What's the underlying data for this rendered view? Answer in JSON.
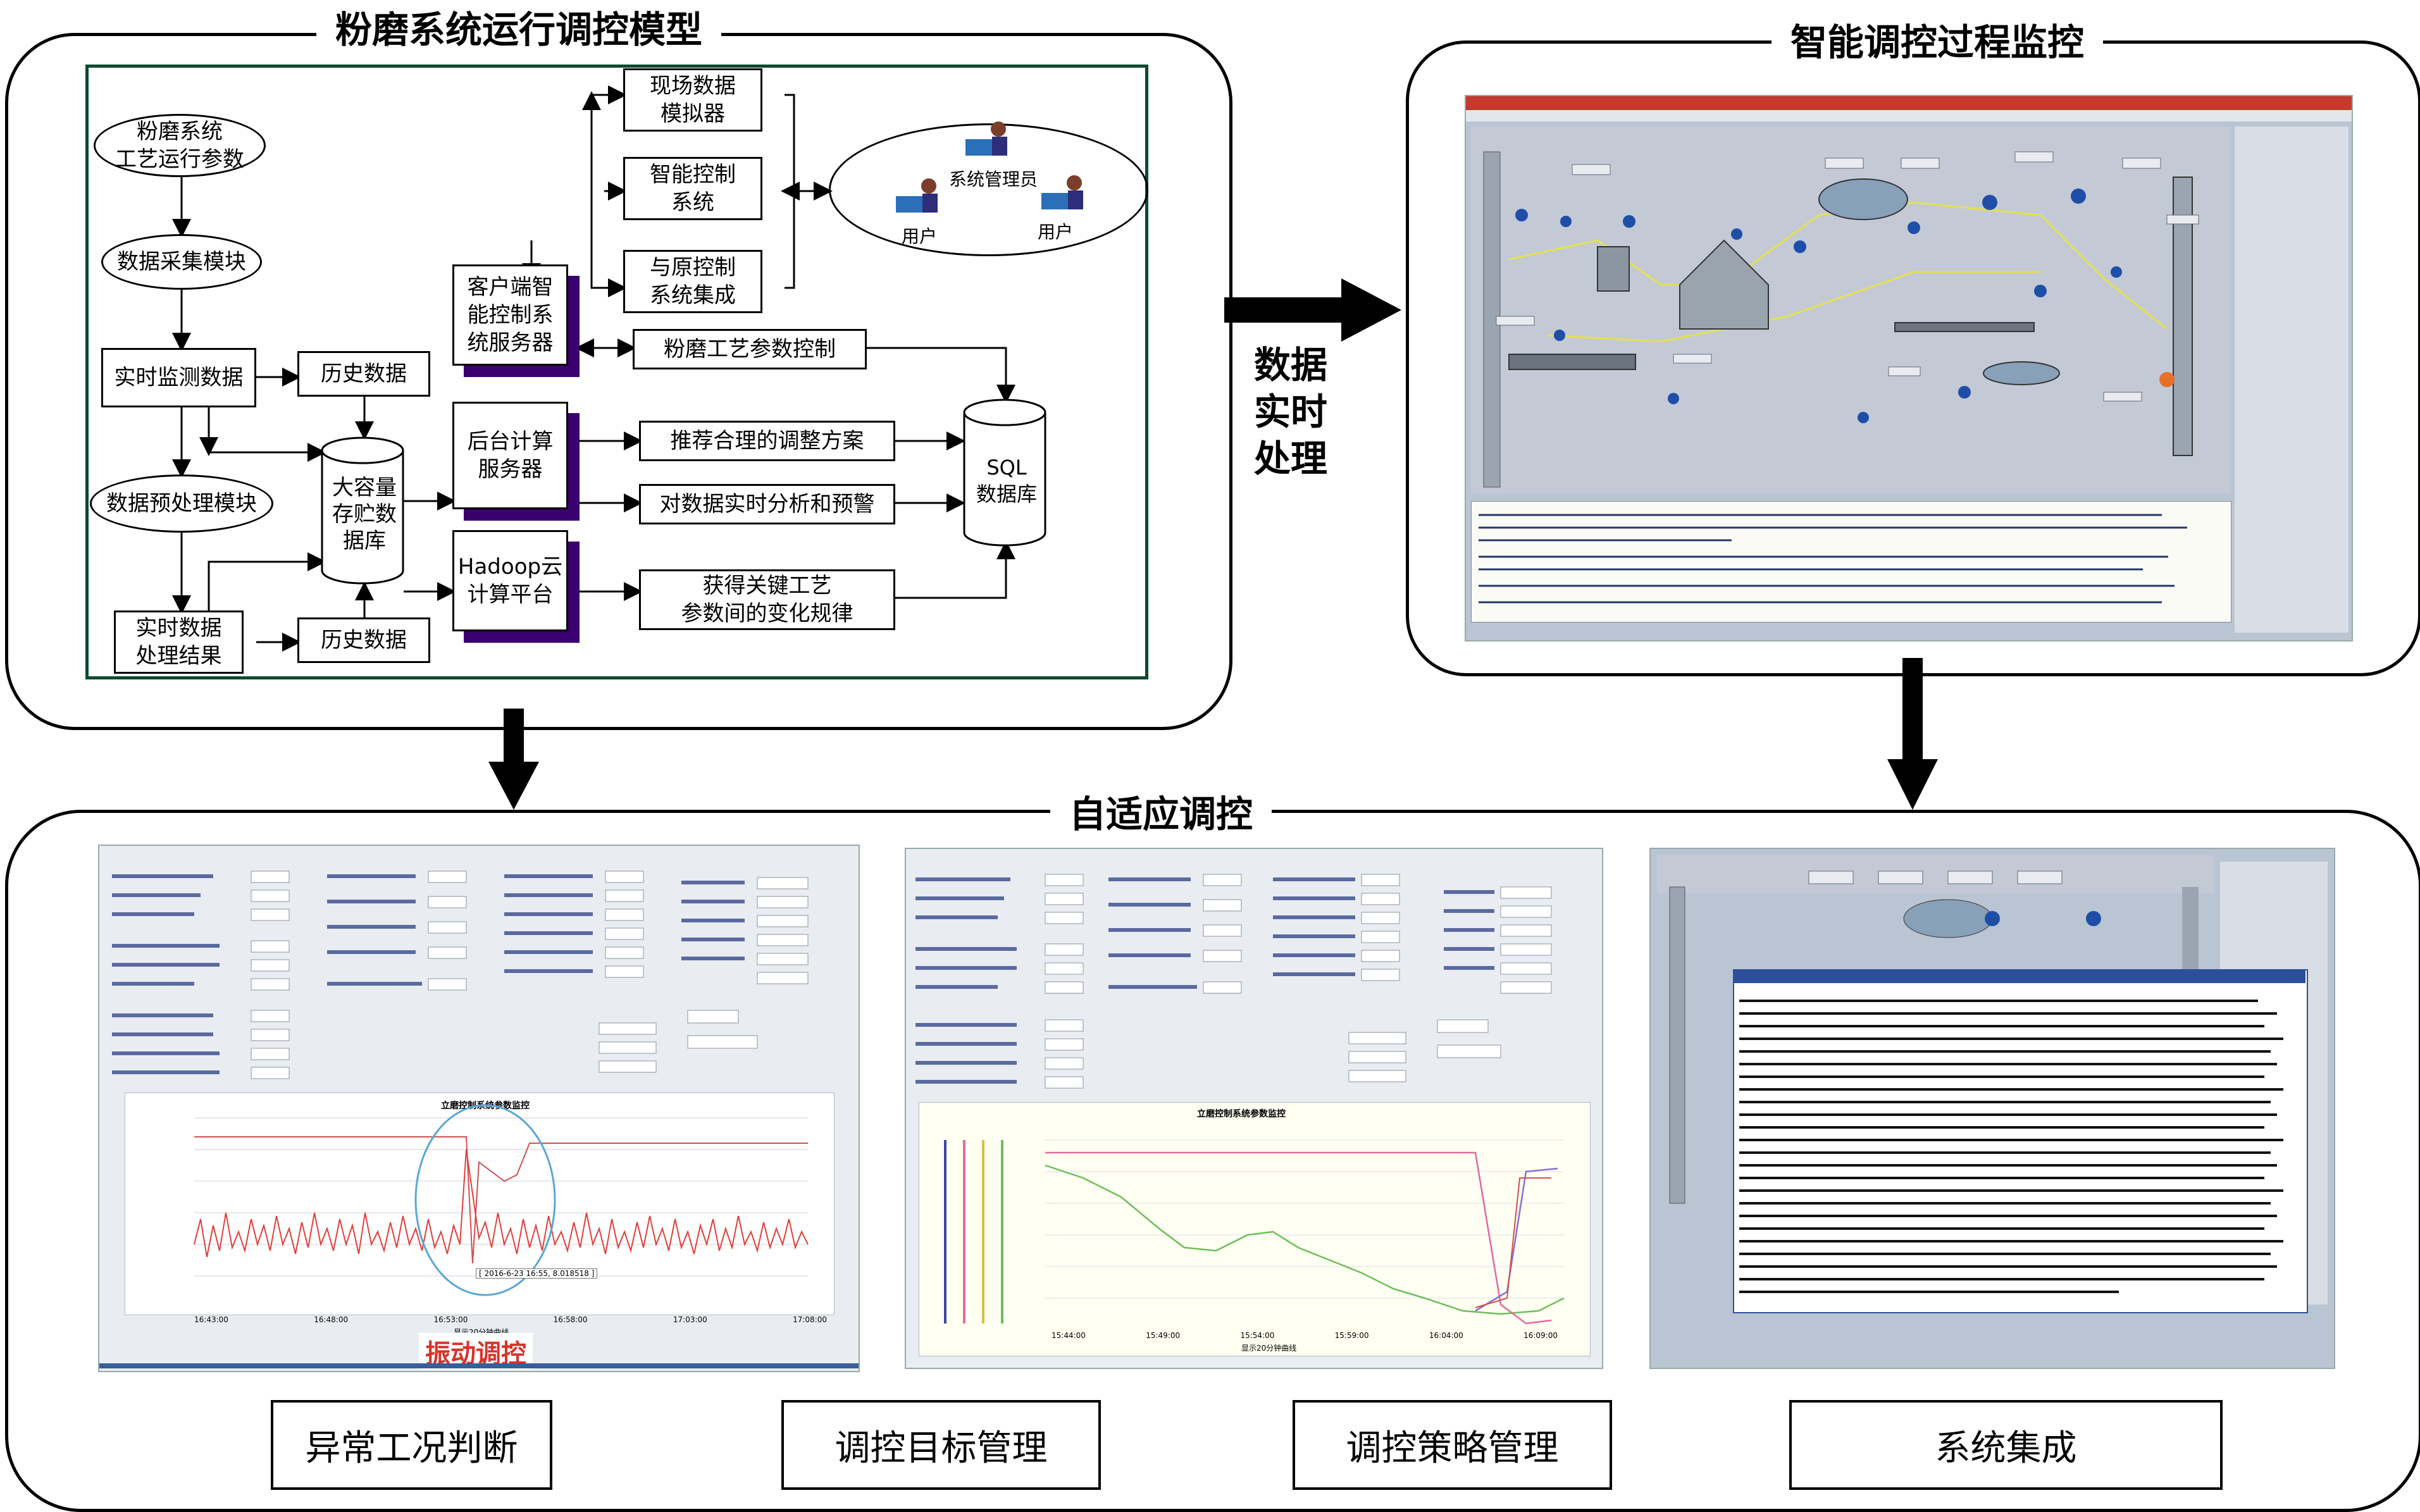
{
  "panels": {
    "top_left_title": "粉磨系统运行调控模型",
    "top_right_title": "智能调控过程监控",
    "bottom_title": "自适应调控",
    "middle_label_lines": [
      "数据",
      "实时",
      "处理"
    ]
  },
  "flowchart": {
    "process_params": "粉磨系统\n工艺运行参数",
    "data_collection": "数据采集模块",
    "realtime_monitor": "实时监测数据",
    "history_1": "历史数据",
    "preprocess": "数据预处理模块",
    "mass_storage": "大容量\n存贮数\n据库",
    "realtime_results": "实时数据\n处理结果",
    "history_2": "历史数据",
    "field_simulator": "现场数据\n模拟器",
    "smart_control": "智能控制\n系统",
    "legacy_integration": "与原控制\n系统集成",
    "client_server": "客户端智\n能控制系\n统服务器",
    "admin": "系统管理员",
    "user_1": "用户",
    "user_2": "用户",
    "grinding_param_control": "粉磨工艺参数控制",
    "backend_server": "后台计算\n服务器",
    "recommend": "推荐合理的调整方案",
    "analyze_alarm": "对数据实时分析和预警",
    "hadoop": "Hadoop云\n计算平台",
    "key_params": "获得关键工艺\n参数间的变化规律",
    "sql_db": "SQL\n数据库"
  },
  "screens": {
    "vibration_caption": "振动调控",
    "chart_title_1": "立磨控制系统参数监控",
    "chart_title_2": "立磨控制系统参数监控",
    "x_label": "显示20分钟曲线",
    "x_ticks_1": [
      "16:43:00",
      "16:48:00",
      "16:53:00",
      "16:58:00",
      "17:03:00",
      "17:08:00"
    ],
    "x_ticks_2": [
      "15:44:00",
      "15:49:00",
      "15:54:00",
      "15:59:00",
      "16:04:00",
      "16:09:00"
    ],
    "tooltip_1": "[ 2016-6-23 16:55, 8.018518 ]"
  },
  "bottom_buttons": {
    "abnormal": "异常工况判断",
    "target": "调控目标管理",
    "strategy": "调控策略管理",
    "integration": "系统集成"
  },
  "colors": {
    "border": "#000000",
    "box_shadow": "#3a006e",
    "flow_frame": "#0b4b2e",
    "series_red": "#e0403a",
    "series_green": "#6cbf5a",
    "series_purple": "#8a6fcf",
    "series_pink": "#e06aa0",
    "highlight_ellipse": "#5aa7d6"
  }
}
